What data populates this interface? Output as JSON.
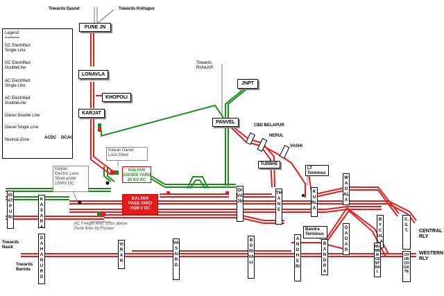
{
  "directions": {
    "daund": "Towards Daund",
    "kolhapur": "Towards Kolhapur",
    "roha": "Towards\nRoha,KR",
    "nasik": "Towards\nNasik",
    "baroda": "Towards\nBaroda",
    "central": "CENTRAL\nRLY",
    "western": "WESTERN\nRLY"
  },
  "legend": {
    "title": "Legend\n======",
    "dc_single": "DC Electrified\nSingle Line",
    "dc_double": "DC Electrified\nDoubleLine",
    "ac_single": "AC Electrified\nSingle Line",
    "ac_double": "AC Electrified\nDoubleLine",
    "diesel_double": "Diesel Double Line",
    "diesel_single": "Diesel Single Line",
    "neutral_zone": "Neutral-Zone",
    "acdc": "ACDC",
    "dcac": "DCAC"
  },
  "stations": {
    "pune": "PUNE JN",
    "lonavla": "LONAVLA",
    "khopoli": "KHOPOLI",
    "karjat": "KARJAT",
    "jnpt": "JNPT",
    "panvel": "PANVEL",
    "turbhe": "TURBHE",
    "igatpuri": "IGATPURI",
    "kasara": "KASARA",
    "diva": "DIVAJN",
    "thane": "THANE",
    "kurla": "KURLA",
    "wadala": "WADALA",
    "dadar": "DADAR",
    "cst": "C.S.T.",
    "byculla": "BYCULLA",
    "mumbai_central": "MUMBAI CENTRAL",
    "churchgate": "CHURCHGATE",
    "dahanu": "DAHANU RD",
    "virar": "VIRAR",
    "vasai": "VASAI RD",
    "borivali": "BORIVALI",
    "andheri": "ANDHERI",
    "bandra": "BANDRA"
  },
  "labels": {
    "cbd_belapur": "CBD BELAPUR",
    "nerul": "NERUL",
    "vashi": "VASHI",
    "lt_terminus": "LT\nTerminus",
    "bandra_terminus": "Bandra\nTerminus",
    "ac_freight": "AC Freight lines cross above\nPune lines by Flyover"
  },
  "yards": {
    "goods": "KALYAN\nGOODS YARD\n25 KV AC",
    "pass": "KALYAN\nPASS YARD\n1500 V DC"
  },
  "callouts": {
    "diesel_shed": "Kalyan Diesel\nLoco Shed",
    "electric_shed": "Kalyan\nElectric Loco\nShed under\n1500V DC"
  },
  "colors": {
    "dc": "#e41b1b",
    "ac": "#1a8a1a",
    "diesel": "#888888"
  }
}
